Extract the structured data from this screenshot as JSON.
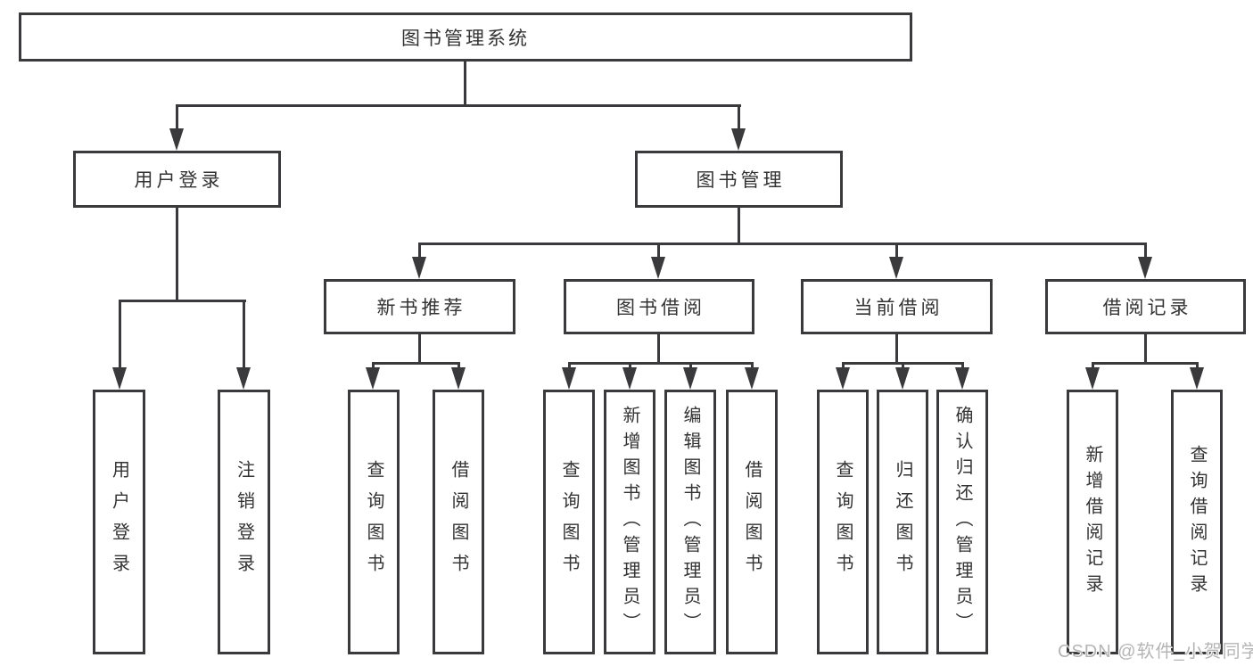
{
  "diagram": {
    "root": {
      "label": "图书管理系统"
    },
    "branches": [
      {
        "label": "用户登录",
        "children": [
          {
            "label": "用户登录"
          },
          {
            "label": "注销登录"
          }
        ]
      },
      {
        "label": "图书管理",
        "children": [
          {
            "label": "新书推荐",
            "children": [
              {
                "label": "查询图书"
              },
              {
                "label": "借阅图书"
              }
            ]
          },
          {
            "label": "图书借阅",
            "children": [
              {
                "label": "查询图书"
              },
              {
                "label": "新增图书（管理员）"
              },
              {
                "label": "编辑图书（管理员）"
              },
              {
                "label": "借阅图书"
              }
            ]
          },
          {
            "label": "当前借阅",
            "children": [
              {
                "label": "查询图书"
              },
              {
                "label": "归还图书"
              },
              {
                "label": "确认归还（管理员）"
              }
            ]
          },
          {
            "label": "借阅记录",
            "children": [
              {
                "label": "新增借阅记录"
              },
              {
                "label": "查询借阅记录"
              }
            ]
          }
        ]
      }
    ]
  },
  "watermark": {
    "text": "CSDN @软件_小贺同学"
  },
  "colors": {
    "line": "#3a3a3c",
    "text": "#333333",
    "watermark": "#b5b5b5",
    "background": "#ffffff"
  }
}
